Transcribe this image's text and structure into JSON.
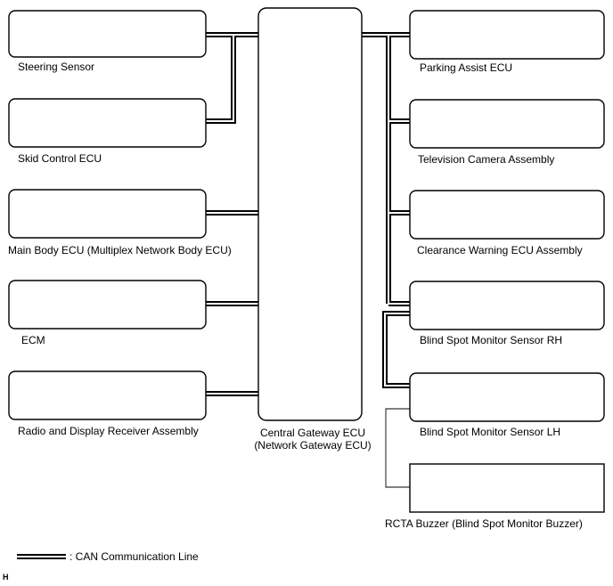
{
  "gateway": {
    "line1": "Central Gateway ECU",
    "line2": "(Network Gateway ECU)"
  },
  "left_ecus": [
    {
      "label": "Steering Sensor"
    },
    {
      "label": "Skid Control ECU"
    },
    {
      "label": "Main Body ECU (Multiplex Network Body ECU)"
    },
    {
      "label": "ECM"
    },
    {
      "label": "Radio and Display Receiver Assembly"
    }
  ],
  "right_ecus": [
    {
      "label": "Parking Assist ECU"
    },
    {
      "label": "Television Camera Assembly"
    },
    {
      "label": "Clearance Warning ECU Assembly"
    },
    {
      "label": "Blind Spot Monitor Sensor RH"
    },
    {
      "label": "Blind Spot Monitor Sensor LH"
    },
    {
      "label": "RCTA Buzzer (Blind Spot Monitor Buzzer)"
    }
  ],
  "legend": {
    "label": ": CAN Communication Line"
  },
  "footer_mark": "H"
}
